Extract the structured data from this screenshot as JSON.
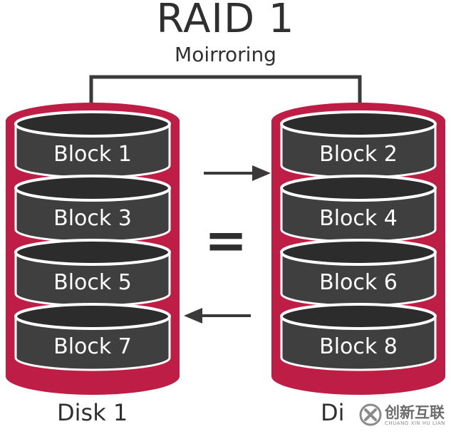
{
  "title": "RAID 1",
  "subtitle": "Moirroring",
  "equals_sign": "=",
  "disks": [
    {
      "label": "Disk 1",
      "blocks": [
        "Block 1",
        "Block 3",
        "Block 5",
        "Block 7"
      ]
    },
    {
      "label": "Di",
      "blocks": [
        "Block 2",
        "Block 4",
        "Block 6",
        "Block 8"
      ]
    }
  ],
  "watermark": {
    "text_cn": "创新互联",
    "text_en": "CHUANG XIN HU LIAN"
  },
  "colors": {
    "disk_body": "#be1e45",
    "platter": "#3f3f40",
    "platter_top": "#2c2c2d",
    "text": "#2f2f2f",
    "connector": "#3a3a3a"
  },
  "icons": [
    "arrow-right-icon",
    "arrow-left-icon",
    "cylinder-disk-icon",
    "watermark-logo-icon"
  ]
}
